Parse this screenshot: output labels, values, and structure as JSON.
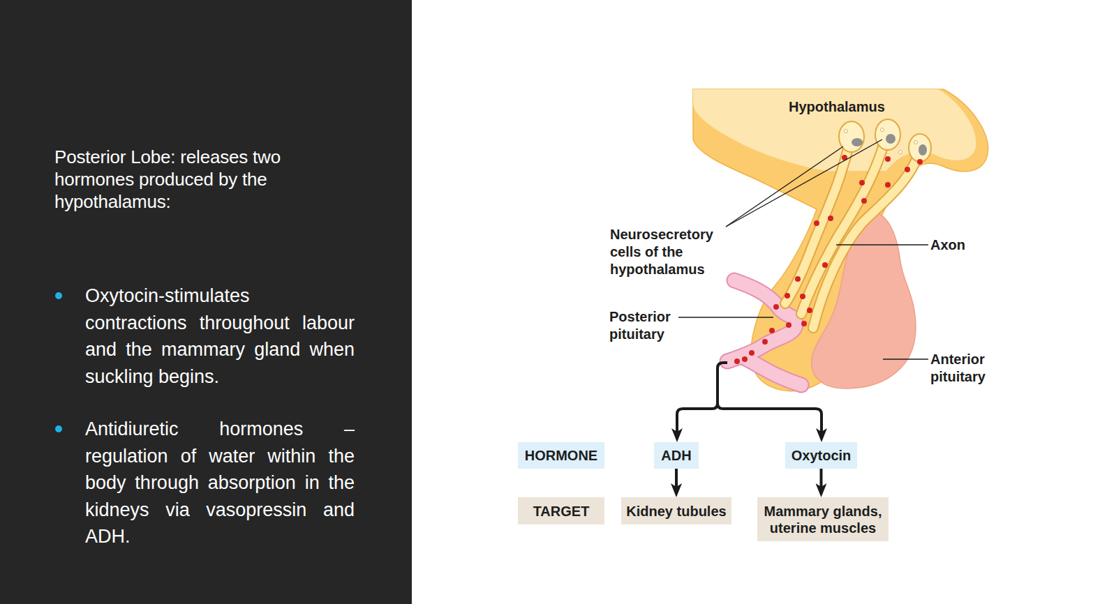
{
  "diagram": {
    "nodes": [
      {
        "text": [
          "Posterior Lobe: releases two hormones produced by the hypothalamus:",
          "Oxytocin-stimulates contractions throughout labour and the mammary gland when suckling begins.",
          "Antidiuretic hormones – regulation of water within the body through absorption in the kidneys via vasopressin and ADH."
        ]
      },
      {
        "text": [
          "HORMONE"
        ]
      },
      {
        "text": [
          "ADH"
        ]
      },
      {
        "text": [
          "Oxytocin"
        ]
      },
      {
        "text": [
          "TARGET"
        ]
      },
      {
        "text": [
          "Kidney tubules"
        ]
      },
      {
        "text": [
          "Mammary glands, uterine muscles"
        ]
      }
    ],
    "edges": [
      {
        "from": 2,
        "to": 5,
        "arrow": "to"
      },
      {
        "from": 3,
        "to": 6,
        "arrow": "to"
      }
    ],
    "labels": [
      "Hypothalamus",
      "Neurosecretory cells of the hypothalamus",
      "Axon",
      "Posterior pituitary",
      "Anterior pituitary"
    ]
  }
}
